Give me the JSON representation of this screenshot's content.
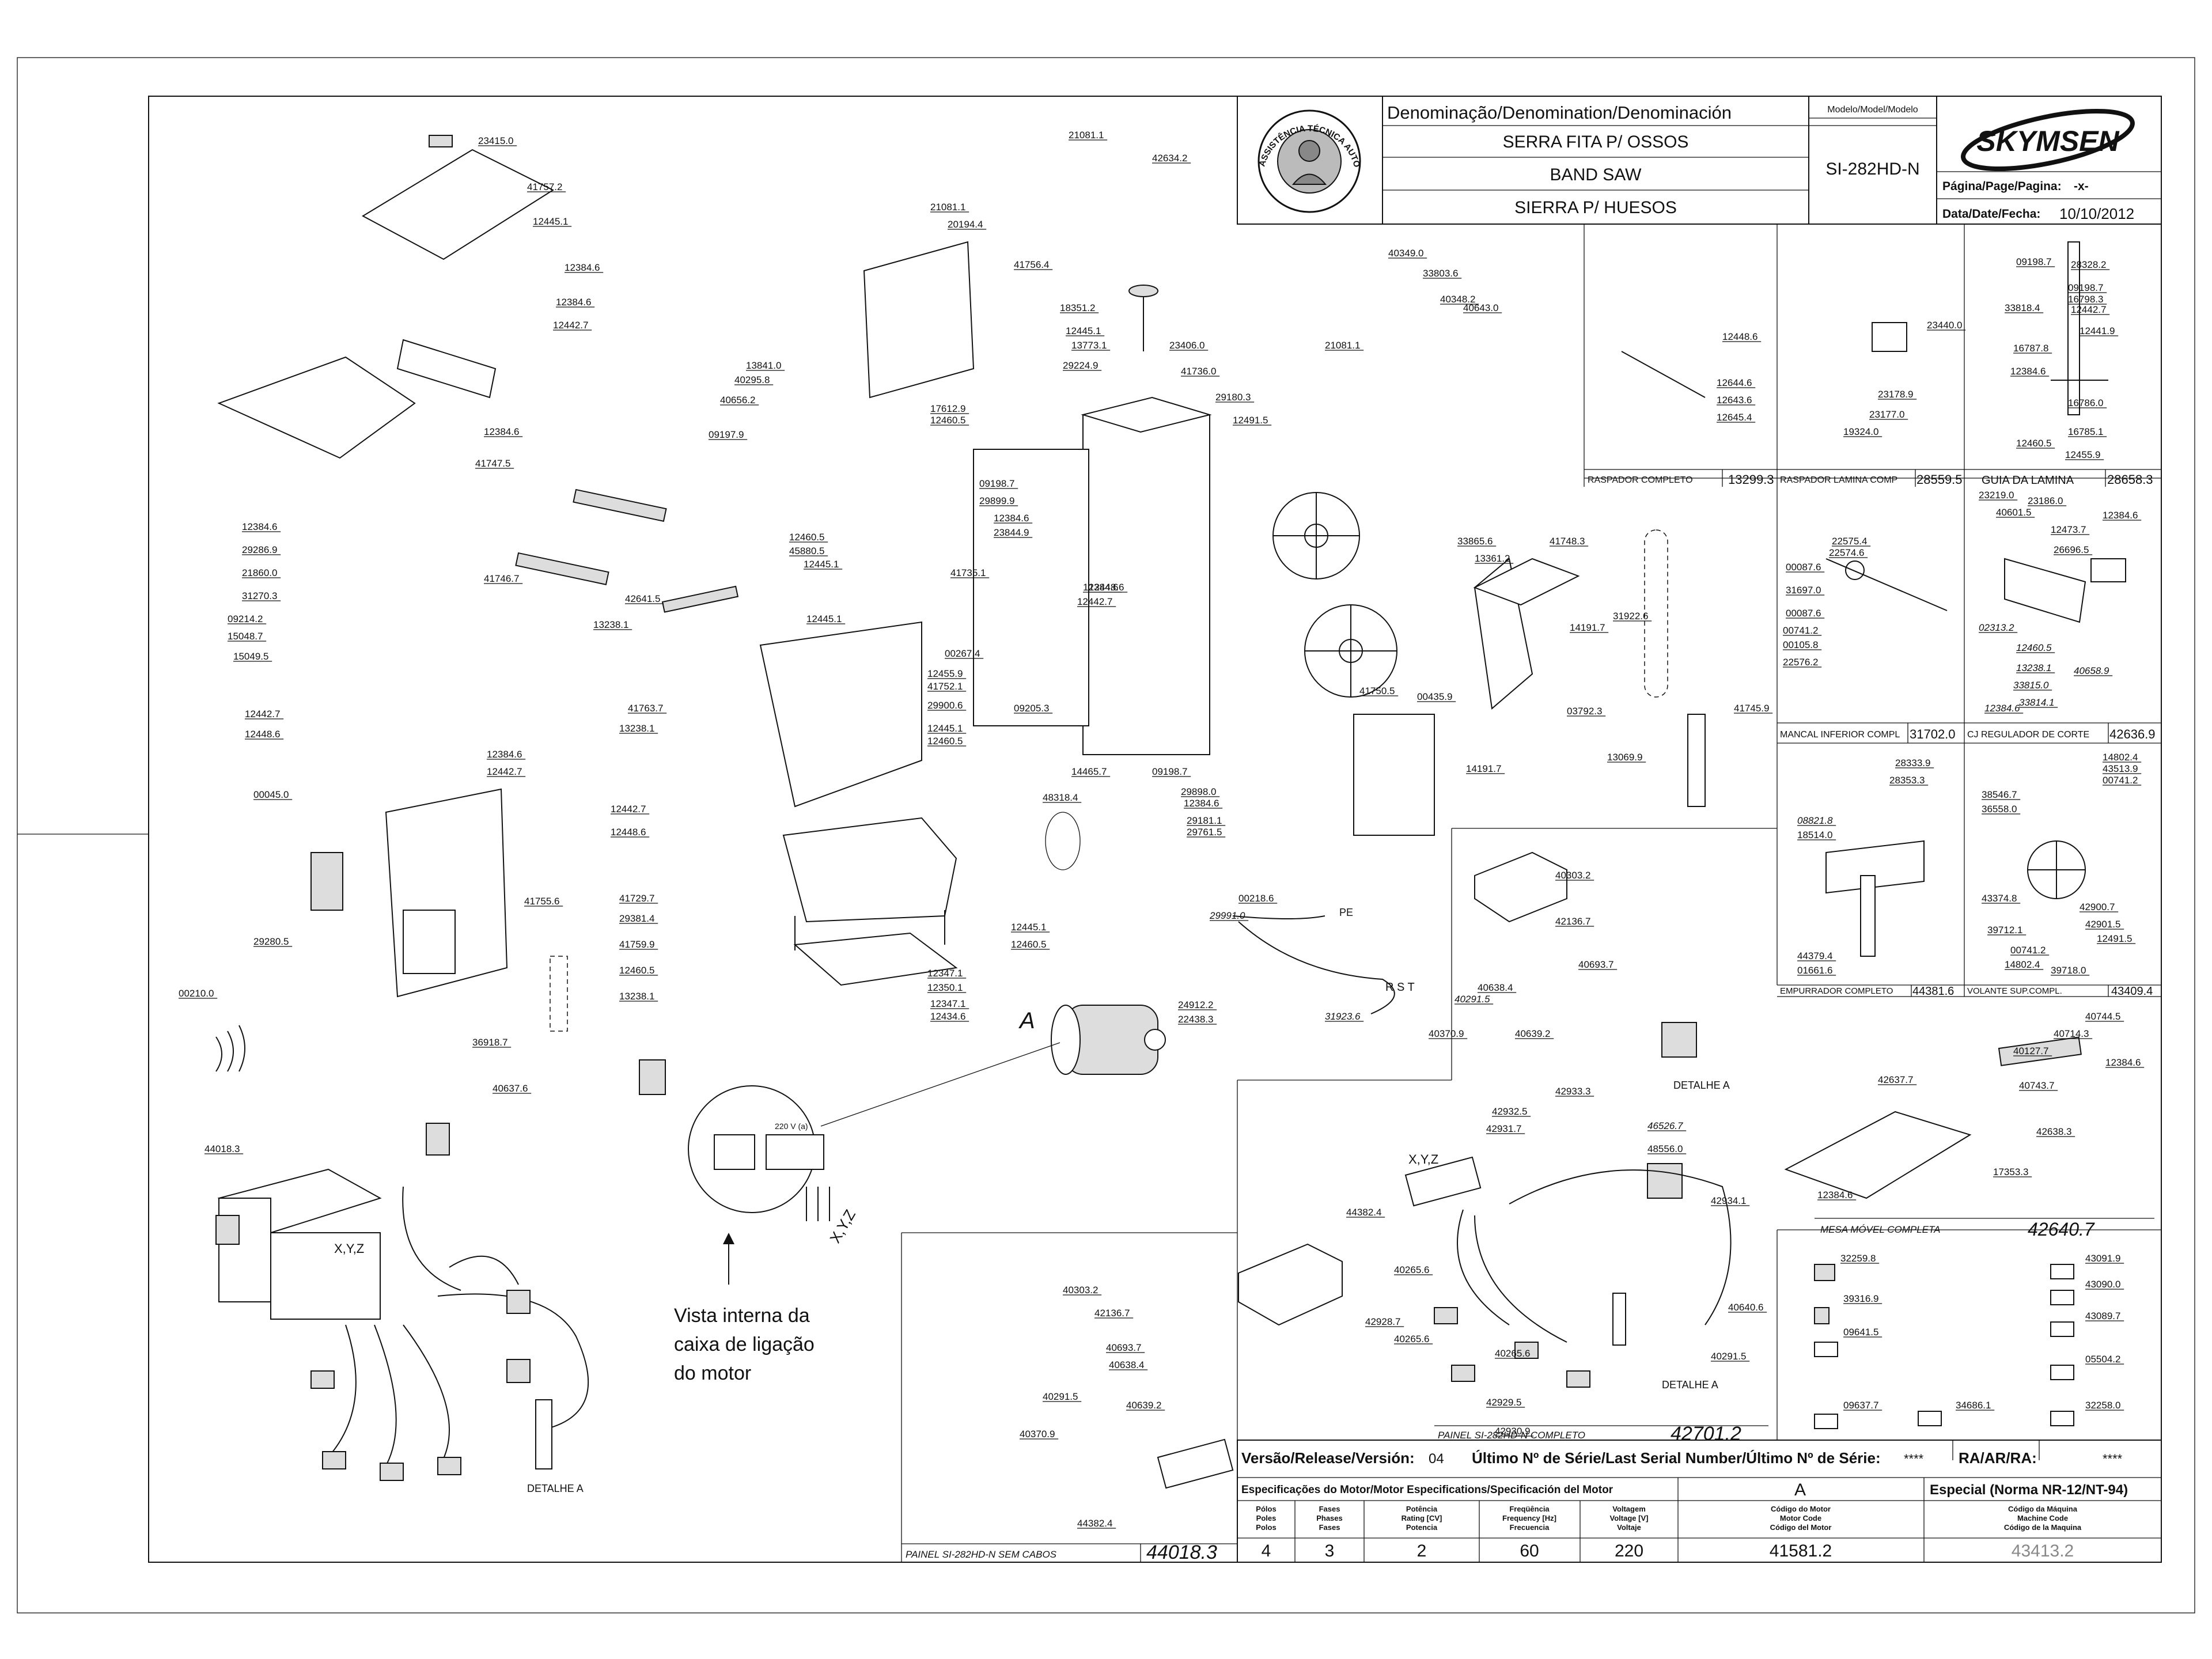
{
  "header": {
    "denomination_label": "Denominação/Denomination/Denominación",
    "name_pt": "SERRA FITA P/ OSSOS",
    "name_en": "BAND SAW",
    "name_es": "SIERRA P/ HUESOS",
    "model_label": "Modelo/Model/Modelo",
    "model_value": "SI-282HD-N",
    "brand": "SKYMSEN",
    "page_label": "Página/Page/Pagina:",
    "page_value": "-x-",
    "date_label": "Data/Date/Fecha:",
    "date_value": "10/10/2012",
    "seal_text": "ASSISTÊNCIA TÉCNICA AUTORIZADA"
  },
  "footer": {
    "version_label": "Versão/Release/Versión:",
    "version_value": "04",
    "serial_label": "Último Nº de Série/Last Serial Number/Último Nº de Série:",
    "serial_value": "****",
    "ra_label": "RA/AR/RA:",
    "ra_value": "****",
    "motor_spec_label": "Especificações do Motor/Motor Especifications/Specificación del Motor",
    "motor_spec_value": "A",
    "special_label": "Especial (Norma NR-12/NT-94)",
    "col_poles": [
      "Pólos",
      "Poles",
      "Polos"
    ],
    "col_phases": [
      "Fases",
      "Phases",
      "Fases"
    ],
    "col_power": [
      "Potência",
      "Rating [CV]",
      "Potencia"
    ],
    "col_freq": [
      "Freqüência",
      "Frequency [Hz]",
      "Frecuencia"
    ],
    "col_voltage": [
      "Voltagem",
      "Voltage [V]",
      "Voltaje"
    ],
    "col_motor_code": [
      "Código do Motor",
      "Motor Code",
      "Código del Motor"
    ],
    "col_machine_code": [
      "Código da Máquina",
      "Machine Code",
      "Código de la Maquina"
    ],
    "poles": "4",
    "phases": "3",
    "power": "2",
    "frequency": "60",
    "voltage": "220",
    "motor_code": "41581.2",
    "machine_code": "43413.2"
  },
  "assemblies": [
    {
      "name": "RASPADOR COMPLETO",
      "code": "13299.3"
    },
    {
      "name": "RASPADOR LAMINA COMP",
      "code": "28559.5"
    },
    {
      "name": "GUIA DA LAMINA",
      "code": "28658.3"
    },
    {
      "name": "MANCAL INFERIOR COMPL",
      "code": "31702.0"
    },
    {
      "name": "CJ REGULADOR DE CORTE",
      "code": "42636.9"
    },
    {
      "name": "EMPURRADOR COMPLETO",
      "code": "44381.6"
    },
    {
      "name": "VOLANTE SUP.COMPL.",
      "code": "43409.4"
    },
    {
      "name": "MESA MÓVEL COMPLETA",
      "code": "42640.7"
    },
    {
      "name": "PAINEL SI-282HD-N COMPLETO",
      "code": "42701.2"
    },
    {
      "name": "PAINEL SI-282HD-N SEM CABOS",
      "code": "44018.3"
    }
  ],
  "notes": {
    "motor_box": [
      "Vista interna da",
      "caixa de ligação",
      "do motor"
    ],
    "detail_a": "DETALHE A",
    "detail_letter": "A",
    "voltage_box": "220 V (a)",
    "xyz": "X,Y,Z",
    "rst": "R S T",
    "pe": "PE"
  },
  "part_labels": [
    "23415.0",
    "41757.2",
    "12445.1",
    "12384.6",
    "12384.6",
    "12442.7",
    "12384.6",
    "41747.5",
    "41746.7",
    "12384.6",
    "29286.9",
    "21860.0",
    "31270.3",
    "09214.2",
    "15048.7",
    "15049.5",
    "12442.7",
    "12448.6",
    "12384.6",
    "12442.7",
    "00045.0",
    "29280.5",
    "41755.6",
    "00210.0",
    "36918.7",
    "44018.3",
    "40637.6",
    "21081.1",
    "42634.2",
    "21081.1",
    "20194.4",
    "41756.4",
    "18351.2",
    "12445.1",
    "13773.1",
    "29224.9",
    "13841.0",
    "40295.8",
    "40656.2",
    "09197.9",
    "23406.0",
    "41736.0",
    "17612.9",
    "12460.5",
    "29180.3",
    "12491.5",
    "09198.7",
    "29899.9",
    "12384.6",
    "23844.9",
    "41735.1",
    "12384.6",
    "12448.6",
    "12442.7",
    "12460.5",
    "45880.5",
    "12445.1",
    "12445.1",
    "42641.5",
    "13238.1",
    "00267.4",
    "12455.9",
    "41752.1",
    "29900.6",
    "09205.3",
    "41763.7",
    "13238.1",
    "12442.7",
    "12448.6",
    "12445.1",
    "12460.5",
    "14465.7",
    "09198.7",
    "29898.0",
    "12384.6",
    "29181.1",
    "29761.5",
    "48318.4",
    "41729.7",
    "29381.4",
    "41759.9",
    "12460.5",
    "13238.1",
    "12347.1",
    "12350.1",
    "12347.1",
    "12434.6",
    "12445.1",
    "12460.5",
    "24912.2",
    "22438.3",
    "40349.0",
    "33803.6",
    "40348.2",
    "40643.0",
    "21081.1",
    "33865.6",
    "13361.2",
    "41748.3",
    "31922.6",
    "14191.7",
    "00435.9",
    "03792.3",
    "41750.5",
    "41745.9",
    "13069.9",
    "14191.7",
    "00218.6",
    "29991.0",
    "31923.6",
    "12448.6",
    "12644.6",
    "12643.6",
    "12645.4",
    "23440.0",
    "23178.9",
    "23177.0",
    "19324.0",
    "09198.7",
    "28328.2",
    "33818.4",
    "09198.7",
    "16798.3",
    "12442.7",
    "12441.9",
    "16787.8",
    "12384.6",
    "16786.0",
    "16785.1",
    "12460.5",
    "12455.9",
    "00087.6",
    "22575.4",
    "22574.6",
    "31697.0",
    "00087.6",
    "00741.2",
    "00105.8",
    "22576.2",
    "23219.0",
    "23186.0",
    "40601.5",
    "12473.7",
    "26696.5",
    "12384.6",
    "02313.2",
    "12460.5",
    "13238.1",
    "33815.0",
    "40658.9",
    "12384.6",
    "33814.1",
    "08821.8",
    "18514.0",
    "28333.9",
    "28353.3",
    "44379.4",
    "01661.6",
    "14802.4",
    "43513.9",
    "00741.2",
    "38546.7",
    "36558.0",
    "43374.8",
    "42900.7",
    "42901.5",
    "12491.5",
    "39712.1",
    "00741.2",
    "14802.4",
    "39718.0",
    "40714.3",
    "40744.5",
    "40127.7",
    "12384.6",
    "42637.7",
    "40743.7",
    "42638.3",
    "17353.3",
    "12384.6",
    "40303.2",
    "42136.7",
    "40693.7",
    "40291.5",
    "40638.4",
    "40370.9",
    "40639.2",
    "42933.3",
    "42932.5",
    "42931.7",
    "46526.7",
    "48556.0",
    "44382.4",
    "42934.1",
    "40265.6",
    "42928.7",
    "40265.6",
    "40265.6",
    "42929.5",
    "42930.9",
    "40640.6",
    "40291.5",
    "40303.2",
    "42136.7",
    "40693.7",
    "40638.4",
    "40291.5",
    "40639.2",
    "40370.9",
    "44382.4",
    "32259.8",
    "39316.9",
    "09641.5",
    "09637.7",
    "34686.1",
    "43091.9",
    "43090.0",
    "43089.7",
    "05504.2",
    "32258.0"
  ]
}
